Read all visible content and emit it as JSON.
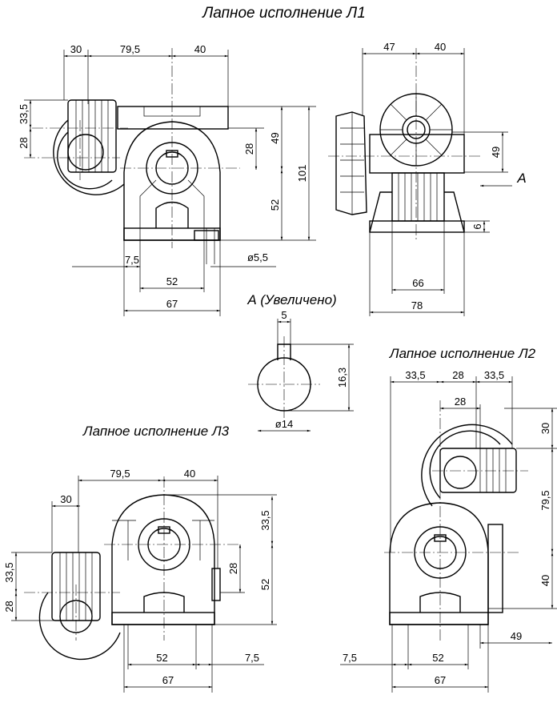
{
  "titles": {
    "l1": "Лапное исполнение Л1",
    "l2": "Лапное исполнение Л2",
    "l3": "Лапное исполнение Л3",
    "detail_a": "А (Увеличено)",
    "view_arrow": "А"
  },
  "l1_front": {
    "d30": "30",
    "d79_5": "79,5",
    "d40": "40",
    "d33_5": "33,5",
    "d28_left": "28",
    "d28_right": "28",
    "d49": "49",
    "d101": "101",
    "d52_v": "52",
    "d7_5": "7,5",
    "d52_h": "52",
    "d67": "67",
    "hole": "ø5,5"
  },
  "l1_side": {
    "d47": "47",
    "d40": "40",
    "d49": "49",
    "d6": "6",
    "d66": "66",
    "d78": "78"
  },
  "detail": {
    "d5": "5",
    "d16_3": "16,3",
    "d14": "ø14"
  },
  "l3": {
    "d79_5": "79,5",
    "d40": "40",
    "d30": "30",
    "d33_5_left": "33,5",
    "d28_left": "28",
    "d28_right": "28",
    "d33_5_right": "33,5",
    "d52_v": "52",
    "d52_h": "52",
    "d7_5": "7,5",
    "d67": "67"
  },
  "l2": {
    "d33_5_a": "33,5",
    "d28_top": "28",
    "d33_5_b": "33,5",
    "d28_2": "28",
    "d30": "30",
    "d79_5": "79,5",
    "d40": "40",
    "d49": "49",
    "d7_5": "7,5",
    "d52": "52",
    "d67": "67"
  }
}
